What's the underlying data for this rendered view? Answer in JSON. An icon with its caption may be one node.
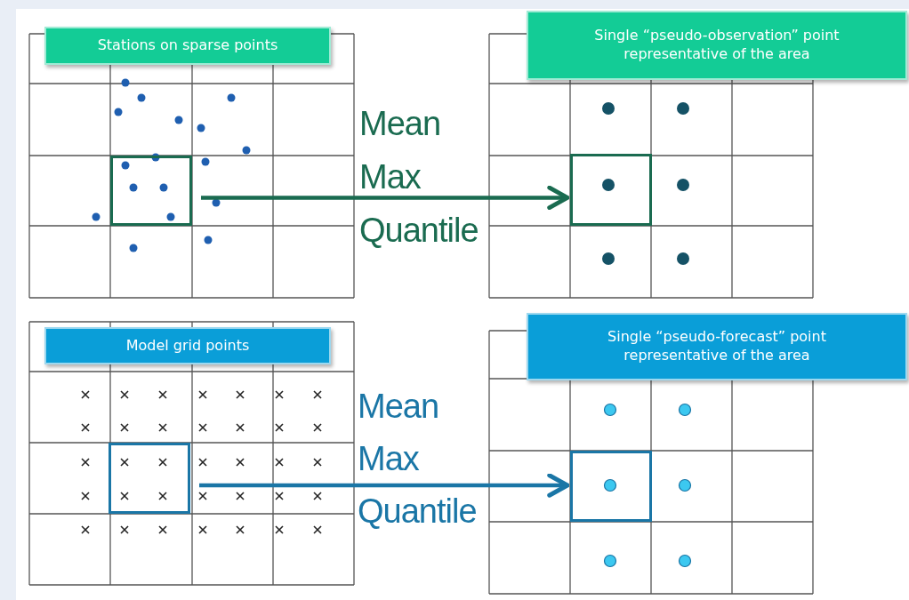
{
  "diagram": {
    "nodes": [
      {
        "text": [
          "Stations on sparse points"
        ]
      },
      {
        "text": [],
        "shape": "box"
      },
      {
        "text": [
          "Single “pseudo-observation” point representative of the area"
        ]
      },
      {
        "text": [],
        "shape": "box"
      },
      {
        "text": [
          "Model grid points"
        ]
      },
      {
        "text": [],
        "shape": "box"
      },
      {
        "text": [
          "Single “pseudo-forecast” point representative of the area"
        ]
      },
      {
        "text": [],
        "shape": "box"
      }
    ],
    "edges": [
      {
        "from": 1,
        "to": 3,
        "arrow": "to",
        "color": "#1a6b50"
      },
      {
        "from": 5,
        "to": 7,
        "arrow": "to",
        "color": "#1a76a6"
      }
    ],
    "labels": [
      "Mean",
      "Max",
      "Quantile",
      "Mean",
      "Max",
      "Quantile"
    ]
  }
}
